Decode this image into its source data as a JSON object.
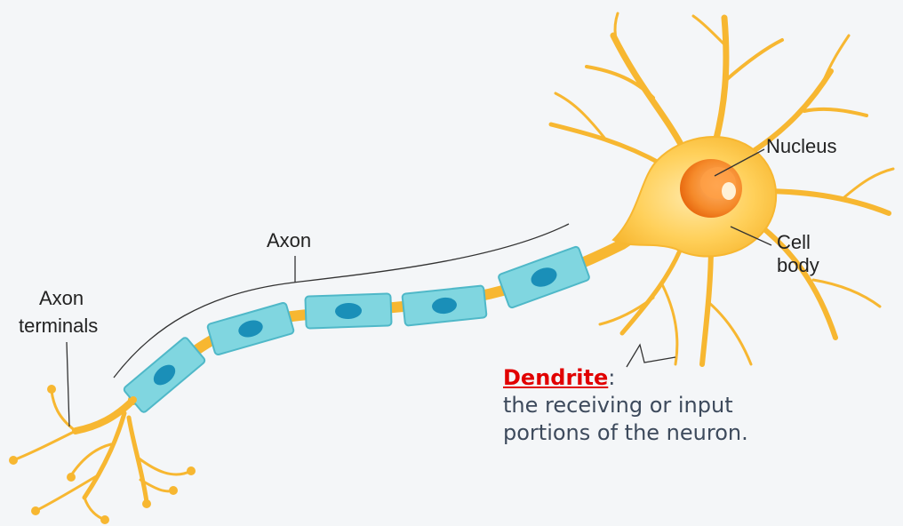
{
  "labels": {
    "nucleus": "Nucleus",
    "cell_body_line1": "Cell",
    "cell_body_line2": "body",
    "axon": "Axon",
    "axon_terminals_line1": "Axon",
    "axon_terminals_line2": "terminals"
  },
  "definition": {
    "term": "Dendrite",
    "colon": ":",
    "line1": "the receiving or input",
    "line2": "portions of the neuron."
  },
  "colors": {
    "background": "#f4f6f8",
    "neuron": "#f7b731",
    "neuron_light": "#ffd76a",
    "myelin": "#7fd6df",
    "node": "#1a8fb8",
    "nucleus": "#f07a1a",
    "term": "#e10000"
  }
}
